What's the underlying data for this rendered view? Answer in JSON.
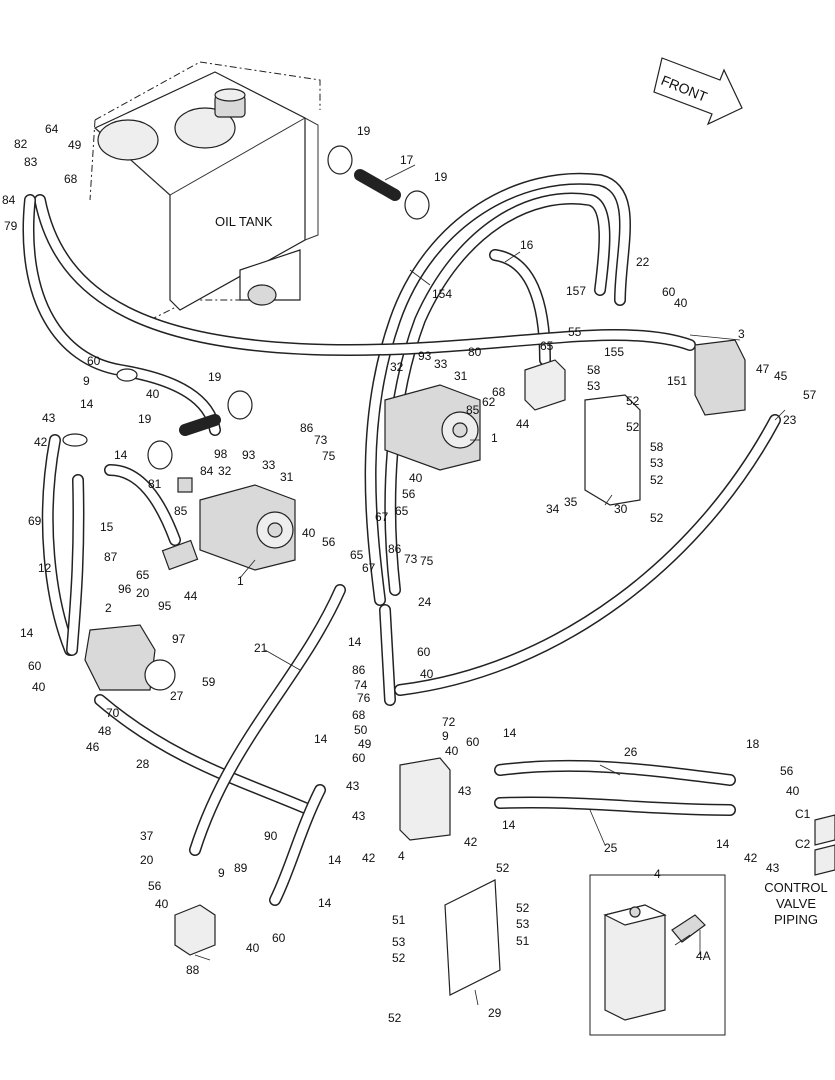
{
  "labels": {
    "oil_tank": "OIL TANK",
    "front": "FRONT",
    "control_valve_piping": [
      "CONTROL",
      "VALVE",
      "PIPING"
    ]
  },
  "callouts": [
    {
      "id": "c64",
      "text": "64"
    },
    {
      "id": "c82",
      "text": "82"
    },
    {
      "id": "c83",
      "text": "83"
    },
    {
      "id": "c49",
      "text": "49"
    },
    {
      "id": "c68a",
      "text": "68"
    },
    {
      "id": "c84a",
      "text": "84"
    },
    {
      "id": "c79",
      "text": "79"
    },
    {
      "id": "c19a",
      "text": "19"
    },
    {
      "id": "c17",
      "text": "17"
    },
    {
      "id": "c19b",
      "text": "19"
    },
    {
      "id": "c16",
      "text": "16"
    },
    {
      "id": "c22",
      "text": "22"
    },
    {
      "id": "c157",
      "text": "157"
    },
    {
      "id": "c60a",
      "text": "60"
    },
    {
      "id": "c40a",
      "text": "40"
    },
    {
      "id": "c154",
      "text": "154"
    },
    {
      "id": "c3",
      "text": "3"
    },
    {
      "id": "c55",
      "text": "55"
    },
    {
      "id": "c65a",
      "text": "65"
    },
    {
      "id": "c155",
      "text": "155"
    },
    {
      "id": "c93a",
      "text": "93"
    },
    {
      "id": "c33a",
      "text": "33"
    },
    {
      "id": "c32a",
      "text": "32"
    },
    {
      "id": "c80",
      "text": "80"
    },
    {
      "id": "c31a",
      "text": "31"
    },
    {
      "id": "c68b",
      "text": "68"
    },
    {
      "id": "c62",
      "text": "62"
    },
    {
      "id": "c85a",
      "text": "85"
    },
    {
      "id": "c44a",
      "text": "44"
    },
    {
      "id": "c151",
      "text": "151"
    },
    {
      "id": "c47",
      "text": "47"
    },
    {
      "id": "c45",
      "text": "45"
    },
    {
      "id": "c57",
      "text": "57"
    },
    {
      "id": "c58a",
      "text": "58"
    },
    {
      "id": "c53a",
      "text": "53"
    },
    {
      "id": "c52a",
      "text": "52"
    },
    {
      "id": "c60b",
      "text": "60"
    },
    {
      "id": "c9a",
      "text": "9"
    },
    {
      "id": "c40b",
      "text": "40"
    },
    {
      "id": "c14a",
      "text": "14"
    },
    {
      "id": "c19c",
      "text": "19"
    },
    {
      "id": "c43a",
      "text": "43"
    },
    {
      "id": "c42a",
      "text": "42"
    },
    {
      "id": "c19d",
      "text": "19"
    },
    {
      "id": "c98",
      "text": "98"
    },
    {
      "id": "c86a",
      "text": "86"
    },
    {
      "id": "c73a",
      "text": "73"
    },
    {
      "id": "c75a",
      "text": "75"
    },
    {
      "id": "c1a",
      "text": "1"
    },
    {
      "id": "c23",
      "text": "23"
    },
    {
      "id": "c52b",
      "text": "52"
    },
    {
      "id": "c14b",
      "text": "14"
    },
    {
      "id": "c93b",
      "text": "93"
    },
    {
      "id": "c33b",
      "text": "33"
    },
    {
      "id": "c31b",
      "text": "31"
    },
    {
      "id": "c84b",
      "text": "84"
    },
    {
      "id": "c32b",
      "text": "32"
    },
    {
      "id": "c40c",
      "text": "40"
    },
    {
      "id": "c58b",
      "text": "58"
    },
    {
      "id": "c53b",
      "text": "53"
    },
    {
      "id": "c81",
      "text": "81"
    },
    {
      "id": "c56a",
      "text": "56"
    },
    {
      "id": "c52c",
      "text": "52"
    },
    {
      "id": "c69",
      "text": "69"
    },
    {
      "id": "c85b",
      "text": "85"
    },
    {
      "id": "c65b",
      "text": "65"
    },
    {
      "id": "c67a",
      "text": "67"
    },
    {
      "id": "c34",
      "text": "34"
    },
    {
      "id": "c35",
      "text": "35"
    },
    {
      "id": "c30",
      "text": "30"
    },
    {
      "id": "c52d",
      "text": "52"
    },
    {
      "id": "c15",
      "text": "15"
    },
    {
      "id": "c40d",
      "text": "40"
    },
    {
      "id": "c56b",
      "text": "56"
    },
    {
      "id": "c86b",
      "text": "86"
    },
    {
      "id": "c73b",
      "text": "73"
    },
    {
      "id": "c75b",
      "text": "75"
    },
    {
      "id": "c87",
      "text": "87"
    },
    {
      "id": "c65c",
      "text": "65"
    },
    {
      "id": "c12",
      "text": "12"
    },
    {
      "id": "c65d",
      "text": "65"
    },
    {
      "id": "c67b",
      "text": "67"
    },
    {
      "id": "c1b",
      "text": "1"
    },
    {
      "id": "c44b",
      "text": "44"
    },
    {
      "id": "c96",
      "text": "96"
    },
    {
      "id": "c20a",
      "text": "20"
    },
    {
      "id": "c95",
      "text": "95"
    },
    {
      "id": "c24",
      "text": "24"
    },
    {
      "id": "c2",
      "text": "2"
    },
    {
      "id": "c14c",
      "text": "14"
    },
    {
      "id": "c97",
      "text": "97"
    },
    {
      "id": "c21",
      "text": "21"
    },
    {
      "id": "c14d",
      "text": "14"
    },
    {
      "id": "c60c",
      "text": "60"
    },
    {
      "id": "c60d",
      "text": "60"
    },
    {
      "id": "c86c",
      "text": "86"
    },
    {
      "id": "c40e",
      "text": "40"
    },
    {
      "id": "c40f",
      "text": "40"
    },
    {
      "id": "c74",
      "text": "74"
    },
    {
      "id": "c59",
      "text": "59"
    },
    {
      "id": "c76",
      "text": "76"
    },
    {
      "id": "c27",
      "text": "27"
    },
    {
      "id": "c70",
      "text": "70"
    },
    {
      "id": "c48",
      "text": "48"
    },
    {
      "id": "c46",
      "text": "46"
    },
    {
      "id": "c68c",
      "text": "68"
    },
    {
      "id": "c72",
      "text": "72"
    },
    {
      "id": "c50",
      "text": "50"
    },
    {
      "id": "c9b",
      "text": "9"
    },
    {
      "id": "c14e",
      "text": "14"
    },
    {
      "id": "c49b",
      "text": "49"
    },
    {
      "id": "c40g",
      "text": "40"
    },
    {
      "id": "c60e",
      "text": "60"
    },
    {
      "id": "c14f",
      "text": "14"
    },
    {
      "id": "c28",
      "text": "28"
    },
    {
      "id": "c60f",
      "text": "60"
    },
    {
      "id": "c26",
      "text": "26"
    },
    {
      "id": "c18",
      "text": "18"
    },
    {
      "id": "c56c",
      "text": "56"
    },
    {
      "id": "c40h",
      "text": "40"
    },
    {
      "id": "c43b",
      "text": "43"
    },
    {
      "id": "c43c",
      "text": "43"
    },
    {
      "id": "c14g",
      "text": "14"
    },
    {
      "id": "c42b",
      "text": "42"
    },
    {
      "id": "c25",
      "text": "25"
    },
    {
      "id": "cC1",
      "text": "C1"
    },
    {
      "id": "cC2",
      "text": "C2"
    },
    {
      "id": "c37",
      "text": "37"
    },
    {
      "id": "c43d",
      "text": "43"
    },
    {
      "id": "c90",
      "text": "90"
    },
    {
      "id": "c4a",
      "text": "4"
    },
    {
      "id": "c14h",
      "text": "14"
    },
    {
      "id": "c42c",
      "text": "42"
    },
    {
      "id": "c14i",
      "text": "14"
    },
    {
      "id": "c42d",
      "text": "42"
    },
    {
      "id": "c43e",
      "text": "43"
    },
    {
      "id": "c20b",
      "text": "20"
    },
    {
      "id": "c52e",
      "text": "52"
    },
    {
      "id": "c89",
      "text": "89"
    },
    {
      "id": "c56d",
      "text": "56"
    },
    {
      "id": "c9c",
      "text": "9"
    },
    {
      "id": "c14j",
      "text": "14"
    },
    {
      "id": "c4b",
      "text": "4"
    },
    {
      "id": "c40i",
      "text": "40"
    },
    {
      "id": "c52f",
      "text": "52"
    },
    {
      "id": "c53c",
      "text": "53"
    },
    {
      "id": "c51a",
      "text": "51"
    },
    {
      "id": "c4A",
      "text": "4A"
    },
    {
      "id": "c51b",
      "text": "51"
    },
    {
      "id": "c53d",
      "text": "53"
    },
    {
      "id": "c40j",
      "text": "40"
    },
    {
      "id": "c60g",
      "text": "60"
    },
    {
      "id": "c52g",
      "text": "52"
    },
    {
      "id": "c88",
      "text": "88"
    },
    {
      "id": "c29",
      "text": "29"
    },
    {
      "id": "c52h",
      "text": "52"
    }
  ]
}
